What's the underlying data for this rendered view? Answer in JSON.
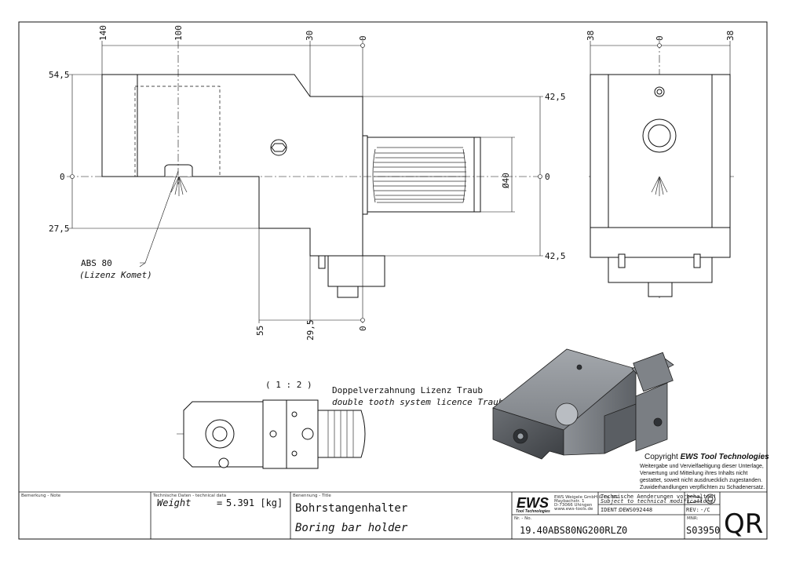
{
  "dimensions": {
    "top_140": "140",
    "top_100": "100",
    "top_30": "30",
    "top_0": "0",
    "left_545": "54,5",
    "left_0": "0",
    "left_275": "27,5",
    "right_425_top": "42,5",
    "right_0": "0",
    "right_425_bot": "42,5",
    "dia_40": "Ø40",
    "bottom_55": "55",
    "bottom_295": "29,5",
    "bottom_0": "0",
    "side_38_left": "38",
    "side_0": "0",
    "side_38_right": "38"
  },
  "annotations": {
    "abs_label": "ABS 80",
    "abs_sub": "(Lizenz Komet)",
    "scale": "( 1 : 2 )",
    "traub_de": "Doppelverzahnung Lizenz Traub",
    "traub_en": "double tooth system licence Traub"
  },
  "copyright": {
    "title_prefix": "Copyright ",
    "brand": "EWS Tool Technologies",
    "lines": [
      "Weitergabe und Vervielfaeltigung dieser Unterlage,",
      "Verwertung und Mitteilung ihres Inhalts nicht",
      "gestattet, soweit nicht ausdruecklich zugestanden.",
      "Zuwiderhandlungen verpflichten zu Schadenersatz."
    ]
  },
  "title_block": {
    "remark_label": "Bemerkung - Note",
    "tech_label": "Technische Daten - technical data",
    "weight_label": "Weight",
    "weight_eq": "=",
    "weight_value": "5.391 [kg]",
    "designation_label": "Benennung - Title",
    "title_de": "Bohrstangenhalter",
    "title_en": "Boring bar holder",
    "logo": "EWS",
    "logo_sub": "Tool Technologies",
    "company_lines": [
      "EWS Weigele GmbH & Co. KG",
      "Maybachstr. 1",
      "D-73066 Uhingen",
      "www.ews-tools.de"
    ],
    "changes_de": "Technische Aenderungen vorbehalten!",
    "changes_en": "Subject to technical modifications!",
    "ident_label": "IDENT:",
    "ident_value": "DEWS092448",
    "rev_label": "REV:",
    "rev_value": "-/C",
    "nr_label": "Nr. - No.",
    "part_number": "19.40ABS80NG200RLZ0",
    "mnr_label": "MNR:",
    "mnr_value": "S03950",
    "qr": "QR"
  }
}
